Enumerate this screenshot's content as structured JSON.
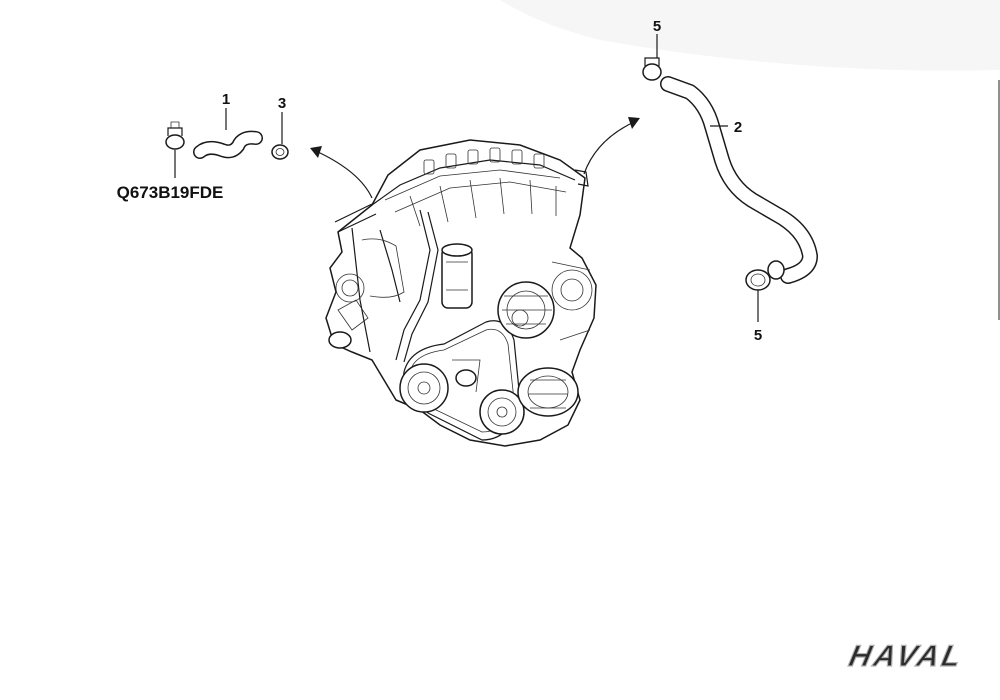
{
  "callouts": {
    "left_hose": "1",
    "right_hose": "2",
    "left_clamp": "3",
    "top_clamp": "5",
    "bottom_clamp": "5"
  },
  "part_number": "Q673B19FDE",
  "brand": "HAVAL",
  "colors": {
    "line": "#1a1a1a",
    "background": "#ffffff",
    "brand_fill": "#2b2b2b",
    "brand_outline": "#b0b0b0"
  }
}
